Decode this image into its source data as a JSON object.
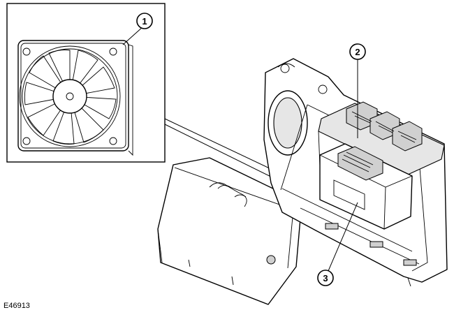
{
  "figure": {
    "reference_code": "E46913",
    "callouts": [
      {
        "id": "callout-1",
        "label": "1"
      },
      {
        "id": "callout-2",
        "label": "2"
      },
      {
        "id": "callout-3",
        "label": "3"
      }
    ]
  }
}
